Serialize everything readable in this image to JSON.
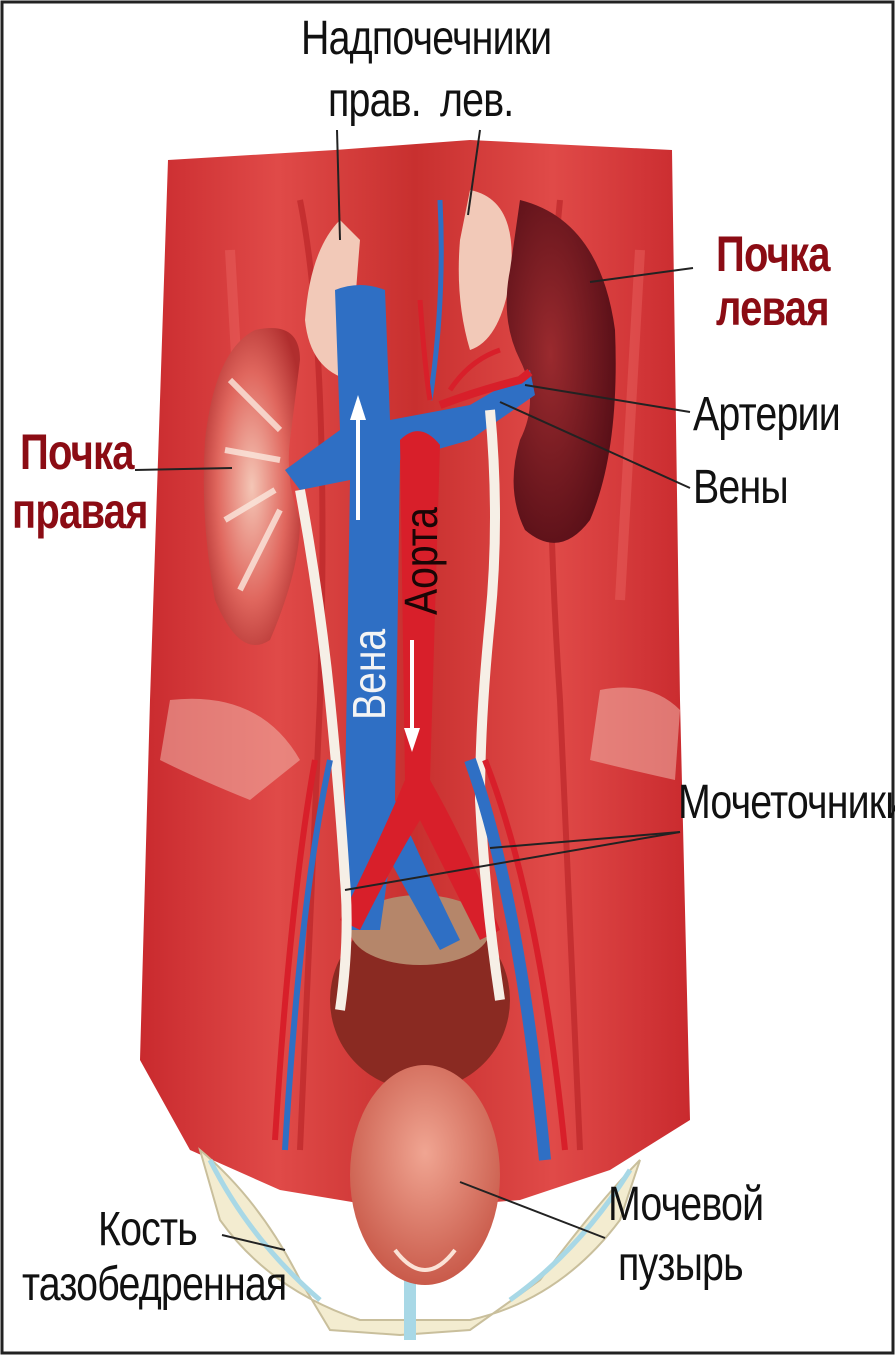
{
  "labels": {
    "adrenals_title": "Надпочечники",
    "adrenal_right": "прав.",
    "adrenal_left": "лев.",
    "kidney_left_line1": "Почка",
    "kidney_left_line2": "левая",
    "kidney_right_line1": "Почка",
    "kidney_right_line2": "правая",
    "arteries": "Артерии",
    "veins": "Вены",
    "vena": "Вена",
    "aorta": "Аорта",
    "ureters": "Мочеточники",
    "bladder_line1": "Мочевой",
    "bladder_line2": "пузырь",
    "bone_line1": "Кость",
    "bone_line2": "тазобедренная"
  },
  "colors": {
    "kidney_label": "#8b0c14",
    "muscle": "#d8383a",
    "vein": "#2f6fc4",
    "artery": "#d81f2a",
    "kidney_left": "#7a1c22",
    "adrenal": "#f2c9b8",
    "bladder": "#e58d7a",
    "bone": "#f3ecd0"
  }
}
